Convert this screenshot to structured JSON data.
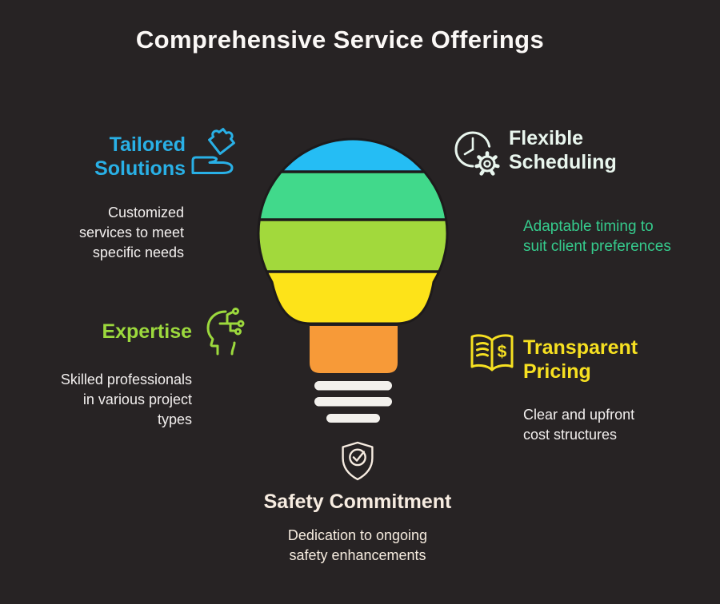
{
  "title": "Comprehensive Service Offerings",
  "background_color": "#272324",
  "sections": {
    "tailored_solutions": {
      "title_lines": [
        "Tailored",
        "Solutions"
      ],
      "title_color": "#29b0e6",
      "desc_lines": [
        "Customized",
        "services to meet",
        "specific needs"
      ],
      "desc_color": "#f2efee",
      "icon": "hand-puzzle-icon"
    },
    "flexible_scheduling": {
      "title_lines": [
        "Flexible",
        "Scheduling"
      ],
      "title_color": "#e9f6ee",
      "desc_lines": [
        "Adaptable timing to",
        "suit client preferences"
      ],
      "desc_color": "#35ca8c",
      "icon": "clock-gear-icon"
    },
    "expertise": {
      "title_lines": [
        "Expertise"
      ],
      "title_color": "#9cd93d",
      "desc_lines": [
        "Skilled professionals",
        "in various project",
        "types"
      ],
      "desc_color": "#f2efee",
      "icon": "head-circuit-icon"
    },
    "transparent_pricing": {
      "title_lines": [
        "Transparent",
        "Pricing"
      ],
      "title_color": "#f6e021",
      "desc_lines": [
        "Clear and upfront",
        "cost structures"
      ],
      "desc_color": "#f2efee",
      "icon": "book-dollar-icon"
    },
    "safety_commitment": {
      "title_lines": [
        "Safety Commitment"
      ],
      "title_color": "#f7ece1",
      "desc_lines": [
        "Dedication to ongoing",
        "safety enhancements"
      ],
      "desc_color": "#f6ecdf",
      "icon": "shield-check-icon"
    }
  },
  "bulb": {
    "segments": [
      {
        "name": "top",
        "color": "#25bdf4"
      },
      {
        "name": "upper-middle",
        "color": "#41d98b"
      },
      {
        "name": "lower-middle",
        "color": "#a2d93c"
      },
      {
        "name": "bottom",
        "color": "#fde319"
      },
      {
        "name": "neck",
        "color": "#f79a38"
      }
    ],
    "base_bar_color": "#f2f0ec",
    "outline_color": "#1d1a1b",
    "dollar_glyph": "$"
  }
}
